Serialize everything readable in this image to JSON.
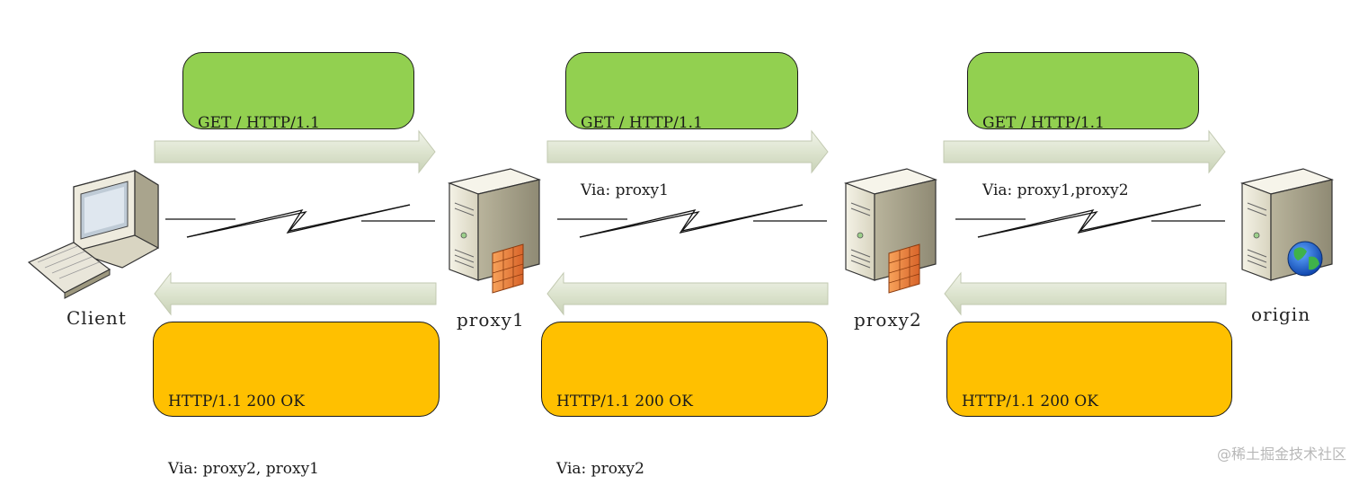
{
  "requests": [
    {
      "line1": "GET / HTTP/1.1",
      "line2": ""
    },
    {
      "line1": "GET / HTTP/1.1",
      "line2": "Via: proxy1"
    },
    {
      "line1": "GET / HTTP/1.1",
      "line2": "Via: proxy1,proxy2"
    }
  ],
  "responses": [
    {
      "line1": "HTTP/1.1 200 OK",
      "line2": "Via: proxy2, proxy1"
    },
    {
      "line1": "HTTP/1.1 200 OK",
      "line2": "Via: proxy2"
    },
    {
      "line1": "HTTP/1.1 200 OK",
      "line2": ""
    }
  ],
  "nodes": {
    "client": "Client",
    "proxy1": "proxy1",
    "proxy2": "proxy2",
    "origin": "origin"
  },
  "watermark": "@稀土掘金技术社区",
  "colors": {
    "request_box": "#92d050",
    "response_box": "#ffc000",
    "arrow": "#dfe6d2"
  },
  "icons": [
    "desktop-computer-icon",
    "proxy-server-firewall-icon",
    "proxy-server-firewall-icon",
    "origin-server-globe-icon"
  ]
}
